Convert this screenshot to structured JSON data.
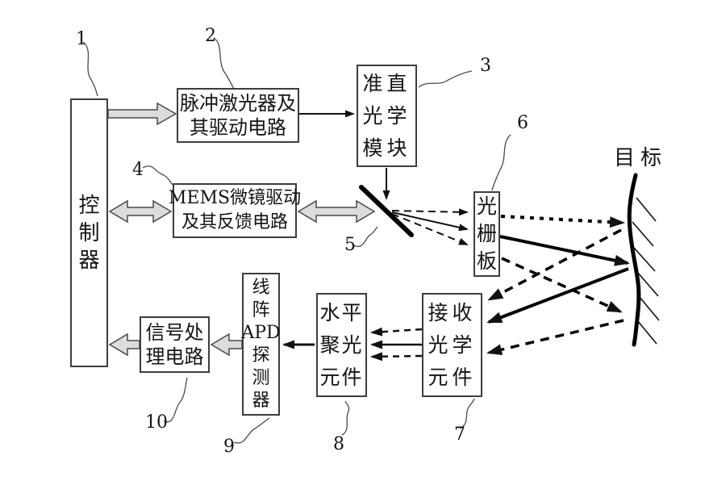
{
  "figure": {
    "type": "patent-style block diagram of a MEMS scanning lidar system",
    "background_color": "#ffffff",
    "line_color": "#111111",
    "box_border_color": "#3d3d3d",
    "block_arrow_fill": "#dcdcdc",
    "block_arrow_stroke": "#4a4a4a",
    "target_label": "目标"
  },
  "boxes": {
    "controller": {
      "ref": "1",
      "label": "控制器",
      "lines": [
        "控",
        "制",
        "器"
      ]
    },
    "pulse_laser": {
      "ref": "2",
      "label": "脉冲激光器及其驱动电路",
      "lines": [
        "脉冲激光器及",
        "其驱动电路"
      ]
    },
    "collimator": {
      "ref": "3",
      "label": "准直光学模块",
      "lines": [
        "准直",
        "光学",
        "模块"
      ]
    },
    "mems_driver": {
      "ref": "4",
      "label": "MEMS微镜驱动及其反馈电路",
      "lines": [
        "MEMS微镜驱动",
        "及其反馈电路"
      ]
    },
    "scan_mirror": {
      "ref": "5",
      "label": ""
    },
    "grating_plate": {
      "ref": "6",
      "label": "光栅板",
      "lines": [
        "光",
        "栅",
        "板"
      ]
    },
    "receiving_optics": {
      "ref": "7",
      "label": "接收光学元件",
      "lines": [
        "接收",
        "光学",
        "元件"
      ]
    },
    "condenser": {
      "ref": "8",
      "label": "水平聚光元件",
      "lines": [
        "水平",
        "聚光",
        "元件"
      ]
    },
    "apd_detector": {
      "ref": "9",
      "label": "线阵APD探测器",
      "lines": [
        "线",
        "阵",
        "APD",
        "探",
        "测",
        "器"
      ]
    },
    "signal_processor": {
      "ref": "10",
      "label": "信号处理电路",
      "lines": [
        "信号处",
        "理电路"
      ]
    }
  },
  "refs": {
    "n1": "1",
    "n2": "2",
    "n3": "3",
    "n4": "4",
    "n5": "5",
    "n6": "6",
    "n7": "7",
    "n8": "8",
    "n9": "9",
    "n10": "10"
  }
}
